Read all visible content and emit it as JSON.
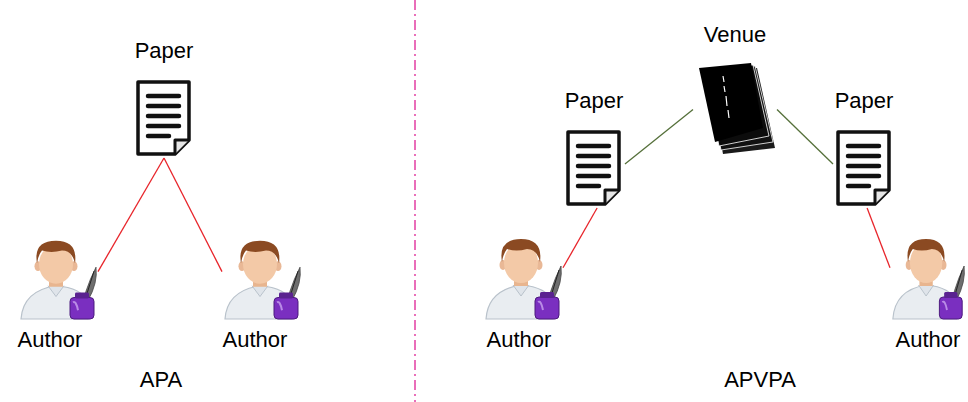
{
  "diagram": {
    "nodes": [
      {
        "text": [
          "Paper"
        ]
      },
      {
        "text": [
          "Author"
        ]
      },
      {
        "text": [
          "Author"
        ]
      },
      {
        "text": [
          "Venue"
        ]
      },
      {
        "text": [
          "Paper"
        ]
      },
      {
        "text": [
          "Paper"
        ]
      },
      {
        "text": [
          "Author"
        ]
      },
      {
        "text": [
          "Author"
        ]
      }
    ],
    "edges": [
      {
        "from": 0,
        "to": 1,
        "arrow": "none"
      },
      {
        "from": 0,
        "to": 2,
        "arrow": "none"
      },
      {
        "from": 6,
        "to": 4,
        "arrow": "none"
      },
      {
        "from": 4,
        "to": 3,
        "arrow": "none"
      },
      {
        "from": 3,
        "to": 5,
        "arrow": "none"
      },
      {
        "from": 5,
        "to": 7,
        "arrow": "none"
      }
    ],
    "labels": [
      "APA",
      "APVPA"
    ]
  }
}
